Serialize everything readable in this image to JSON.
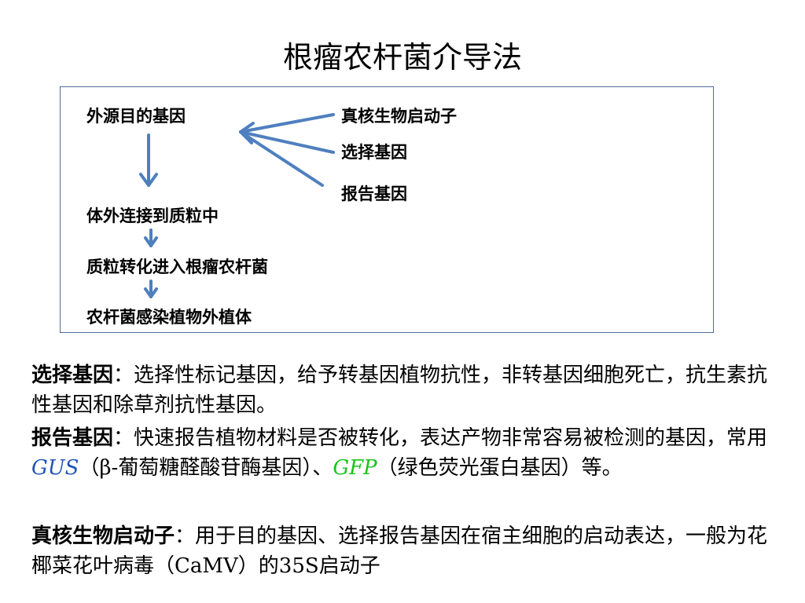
{
  "title": "根瘤农杆菌介导法",
  "diagram": {
    "step1": "外源目的基因",
    "step2": "体外连接到质粒中",
    "step3": "质粒转化进入根瘤农杆菌",
    "step4": "农杆菌感染植物外植体",
    "element1": "真核生物启动子",
    "element2": "选择基因",
    "element3": "报告基因"
  },
  "colors": {
    "arrow": "#4f7fbf",
    "box_border": "#4f6d95",
    "gus": "#1f56b4",
    "gfp": "#18c418"
  },
  "notes": {
    "selection": {
      "term": "选择基因",
      "sep": "：",
      "text": "选择性标记基因，给予转基因植物抗性，非转基因细胞死亡，抗生素抗性基因和除草剂抗性基因。"
    },
    "reporter": {
      "term": "报告基因",
      "sep": "：",
      "text1": "快速报告植物材料是否被转化，表达产物非常容易被检测的基因，常用",
      "gus": "GUS",
      "text2": "（β-葡萄糖醛酸苷酶基因）、",
      "gfp": "GFP",
      "text3": "（绿色荧光蛋白基因）等。"
    },
    "promoter": {
      "term": "真核生物启动子",
      "sep": "：",
      "text": "用于目的基因、选择报告基因在宿主细胞的启动表达，一般为花椰菜花叶病毒（CaMV）的35S启动子"
    }
  }
}
